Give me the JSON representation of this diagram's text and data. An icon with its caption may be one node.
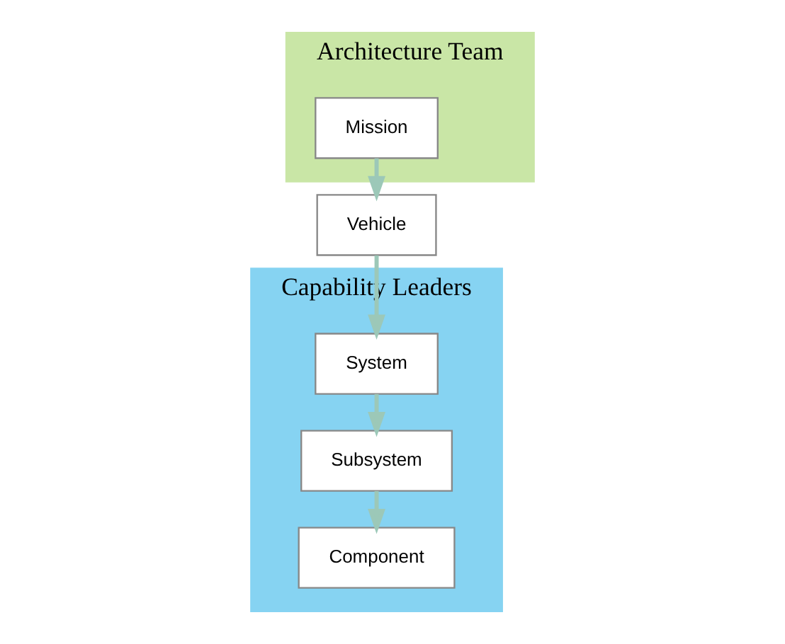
{
  "diagram": {
    "nodes": [
      {
        "text": [
          "Architecture Team"
        ]
      },
      {
        "text": [
          "Capability Leaders"
        ]
      },
      {
        "text": [
          "Mission"
        ],
        "in": 0
      },
      {
        "text": [
          "Vehicle"
        ]
      },
      {
        "text": [
          "System"
        ],
        "in": 1
      },
      {
        "text": [
          "Subsystem"
        ],
        "in": 1
      },
      {
        "text": [
          "Component"
        ],
        "in": 1
      }
    ],
    "edges": [
      {
        "from": 2,
        "to": 3,
        "arrow": "to"
      },
      {
        "from": 3,
        "to": 4,
        "arrow": "to"
      },
      {
        "from": 4,
        "to": 5,
        "arrow": "to"
      },
      {
        "from": 5,
        "to": 6,
        "arrow": "to"
      }
    ]
  }
}
